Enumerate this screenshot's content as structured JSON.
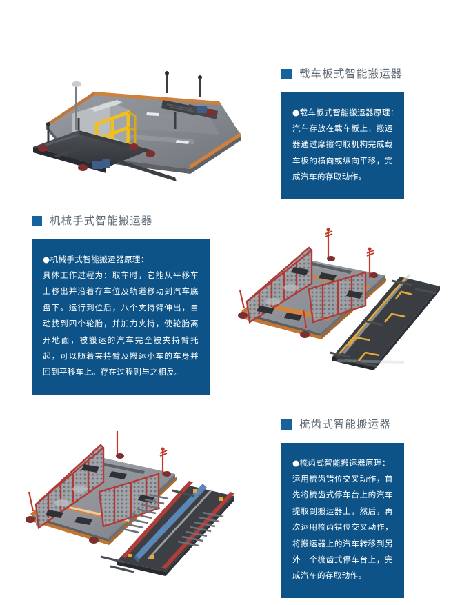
{
  "page": {
    "background": "#ffffff",
    "accent_square_color": "#15629c",
    "panel_background": "#0d5387",
    "panel_text_color": "#ffffff",
    "heading_text_color": "#5f6b74"
  },
  "sections": [
    {
      "id": "carrier-plate",
      "heading": "载车板式智能搬运器",
      "icon": "square-bullet-icon",
      "body_lead": "●载车板式智能搬运器原理：",
      "body_text": "汽车存放在载车板上，搬运器通过摩擦勾取机构完成载车板的横向或纵向平移，完成汽车的存取动作。",
      "image_alt": "载车板式智能搬运器立体示意图",
      "image_position": "left",
      "text_position": "right"
    },
    {
      "id": "robotic-arm",
      "heading": "机械手式智能搬运器",
      "icon": "square-bullet-icon",
      "body_lead": "●机械手式智能搬运器原理：",
      "body_text": "具体工作过程为：取车时，它能从平移车上移出并沿着存车位及轨道移动到汽车底盘下。运行到位后，八个夹持臂伸出，自动找到四个轮胎，并加力夹持，使轮胎离开地面，被搬运的汽车完全被夹持臂托起，可以随着夹持臂及搬运小车的车身并回到平移车上。存在过程则与之相反。",
      "image_alt": "机械手式智能搬运器立体示意图",
      "image_position": "right",
      "text_position": "left"
    },
    {
      "id": "comb-tooth",
      "heading": "梳齿式智能搬运器",
      "icon": "square-bullet-icon",
      "body_lead": "●梳齿式智能搬运器原理：",
      "body_text": "运用梳齿错位交叉动作，首先将梳齿式停车台上的汽车提取到搬运器上，然后，再次运用梳齿错位交叉动作，将搬运器上的汽车转移到另外一个梳齿式停车台上，完成汽车的存取动作。",
      "image_alt": "梳齿式智能搬运器立体示意图",
      "image_position": "left",
      "text_position": "right"
    }
  ]
}
